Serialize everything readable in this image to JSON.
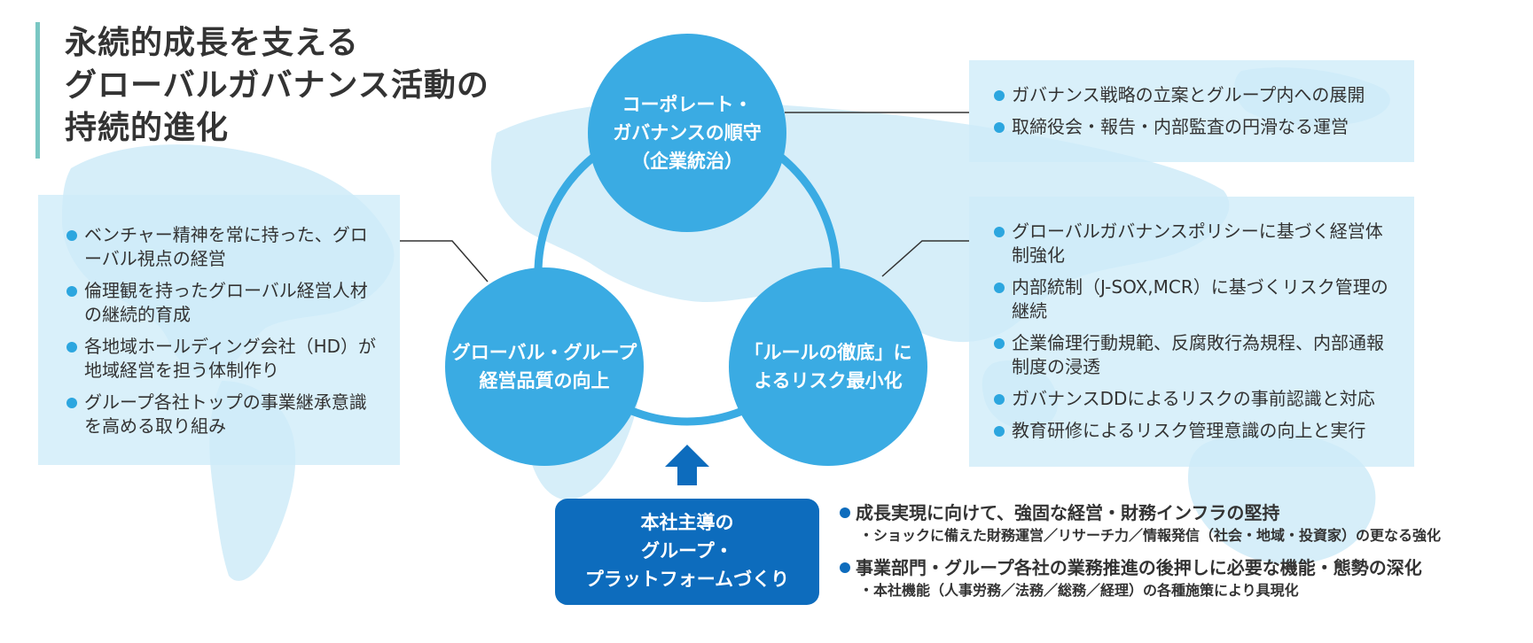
{
  "title": {
    "lines": [
      "永続的成長を支える",
      "グローバルガバナンス活動の",
      "持続的進化"
    ]
  },
  "colors": {
    "circle": "#3aabe3",
    "ring": "#3aabe3",
    "hq_box": "#0d6cbd",
    "panel": "#cdebf7",
    "map": "#d3ecf8",
    "title_bar": "#7ac7c3"
  },
  "circles": {
    "top": {
      "lines": [
        "コーポレート・",
        "ガバナンスの順守",
        "（企業統治）"
      ]
    },
    "left": {
      "lines": [
        "グローバル・グループ",
        "経営品質の向上"
      ]
    },
    "right": {
      "lines": [
        "「ルールの徹底」に",
        "よるリスク最小化"
      ]
    }
  },
  "arrow_icon": "up-arrow-icon",
  "hq_box": {
    "lines": [
      "本社主導の",
      "グループ・",
      "プラットフォームづくり"
    ]
  },
  "left_panel": {
    "items": [
      "ベンチャー精神を常に持った、グローバル視点の経営",
      "倫理観を持ったグローバル経営人材の継続的育成",
      "各地域ホールディング会社（HD）が地域経営を担う体制作り",
      "グループ各社トップの事業継承意識を高める取り組み"
    ]
  },
  "right_top_panel": {
    "items": [
      "ガバナンス戦略の立案とグループ内への展開",
      "取締役会・報告・内部監査の円滑なる運営"
    ]
  },
  "right_bottom_panel": {
    "items": [
      "グローバルガバナンスポリシーに基づく経営体制強化",
      "内部統制（J-SOX,MCR）に基づくリスク管理の継続",
      "企業倫理行動規範、反腐敗行為規程、内部通報制度の浸透",
      "ガバナンスDDによるリスクの事前認識と対応",
      "教育研修によるリスク管理意識の向上と実行"
    ]
  },
  "bottom_list": {
    "items": [
      {
        "head": "成長実現に向けて、強固な経営・財務インフラの堅持",
        "sub": "・ショックに備えた財務運営／リサーチ力／情報発信（社会・地域・投資家）の更なる強化"
      },
      {
        "head": "事業部門・グループ各社の業務推進の後押しに必要な機能・態勢の深化",
        "sub": "・本社機能（人事労務／法務／総務／経理）の各種施策により具現化"
      }
    ]
  }
}
